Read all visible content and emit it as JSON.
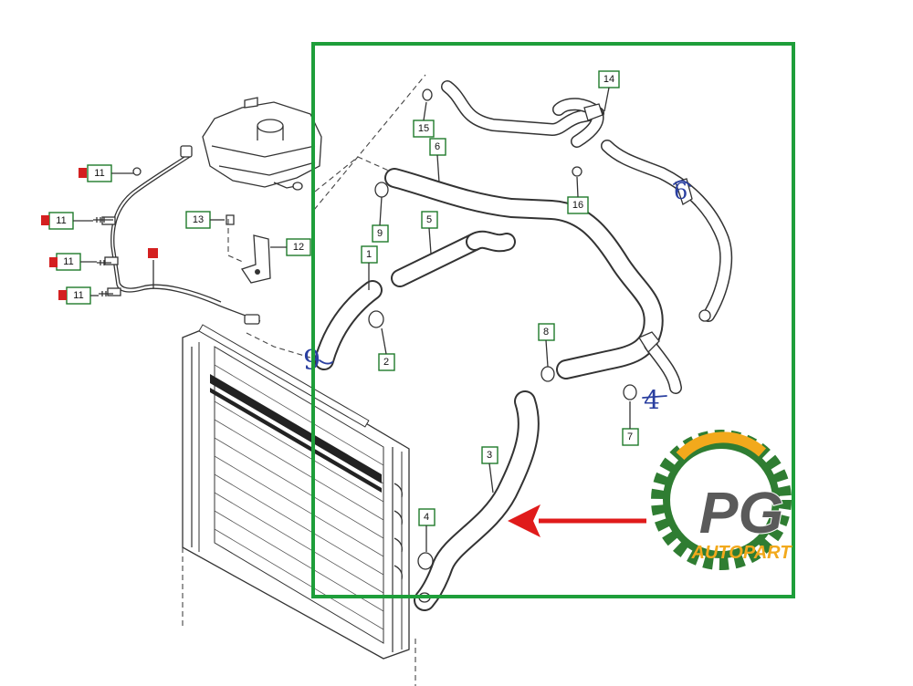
{
  "callouts": {
    "c1": "1",
    "c2": "2",
    "c3": "3",
    "c4": "4",
    "c5": "5",
    "c6": "6",
    "c7": "7",
    "c8": "8",
    "c9": "9",
    "c11a": "11",
    "c11b": "11",
    "c11c": "11",
    "c11d": "11",
    "c12": "12",
    "c13": "13",
    "c14": "14",
    "c15": "15",
    "c16": "16"
  },
  "annotations": {
    "hand_9": "9",
    "hand_4": "4",
    "hand_6": "6"
  },
  "logo": {
    "initials": "PG",
    "name": "AUTOPART"
  },
  "colors": {
    "highlight_box": "#1e9e3a",
    "arrow": "#e01b1b",
    "callout_border": "#1f7a2a",
    "marker": "#d42020",
    "handwriting": "#2a3fa0",
    "logo_gear": "#2f7d32",
    "logo_accent": "#f2a91c",
    "logo_text": "#5a5a5a"
  }
}
